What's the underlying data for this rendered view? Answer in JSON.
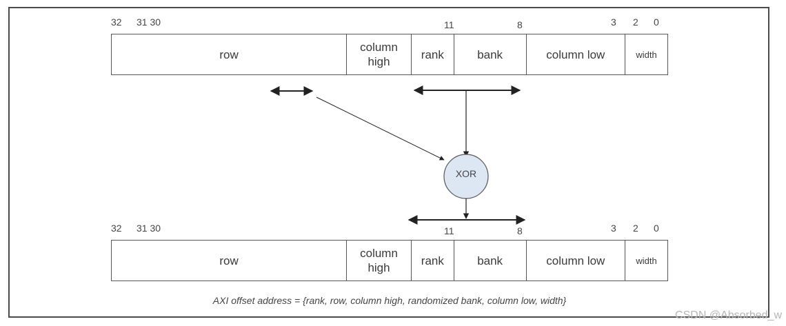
{
  "diagram": {
    "top_register": {
      "bit_labels": [
        "32",
        "31 30",
        "11",
        "8",
        "3",
        "2",
        "0"
      ],
      "fields": [
        "row",
        "column\nhigh",
        "rank",
        "bank",
        "column low",
        "width"
      ]
    },
    "bottom_register": {
      "bit_labels": [
        "32",
        "31 30",
        "11",
        "8",
        "3",
        "2",
        "0"
      ],
      "fields": [
        "row",
        "column\nhigh",
        "rank",
        "bank",
        "column low",
        "width"
      ]
    },
    "xor_label": "XOR",
    "caption": "AXI offset address = {rank, row, column high, randomized bank, column low, width}",
    "watermark": "CSDN @Absorbed_w",
    "colors": {
      "xor_fill": "#dde6f3",
      "line": "#222222",
      "border": "#555555"
    }
  }
}
